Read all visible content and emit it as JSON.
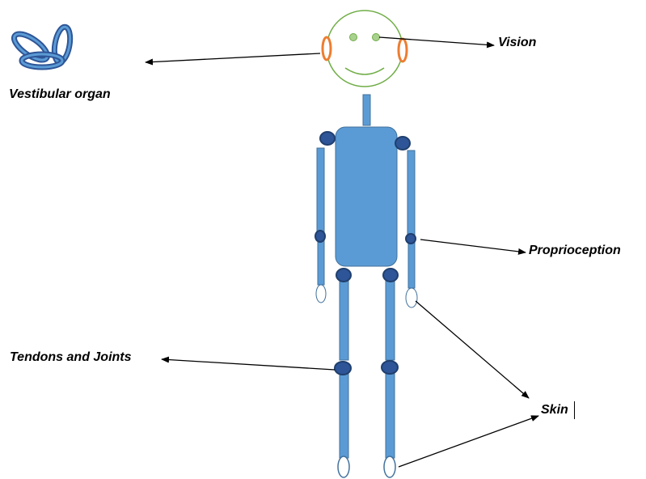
{
  "labels": {
    "vestibular": "Vestibular organ",
    "vision": "Vision",
    "proprioception": "Proprioception",
    "tendons": "Tendons and Joints",
    "skin": "Skin"
  },
  "colors": {
    "limb_fill": "#5b9bd5",
    "limb_stroke": "#41719c",
    "joint_fill": "#2e5597",
    "joint_stroke": "#1f3f6e",
    "head_stroke": "#70ad47",
    "eye_fill": "#a9d18e",
    "ear_stroke": "#ed7d31",
    "arrow": "#000000"
  }
}
